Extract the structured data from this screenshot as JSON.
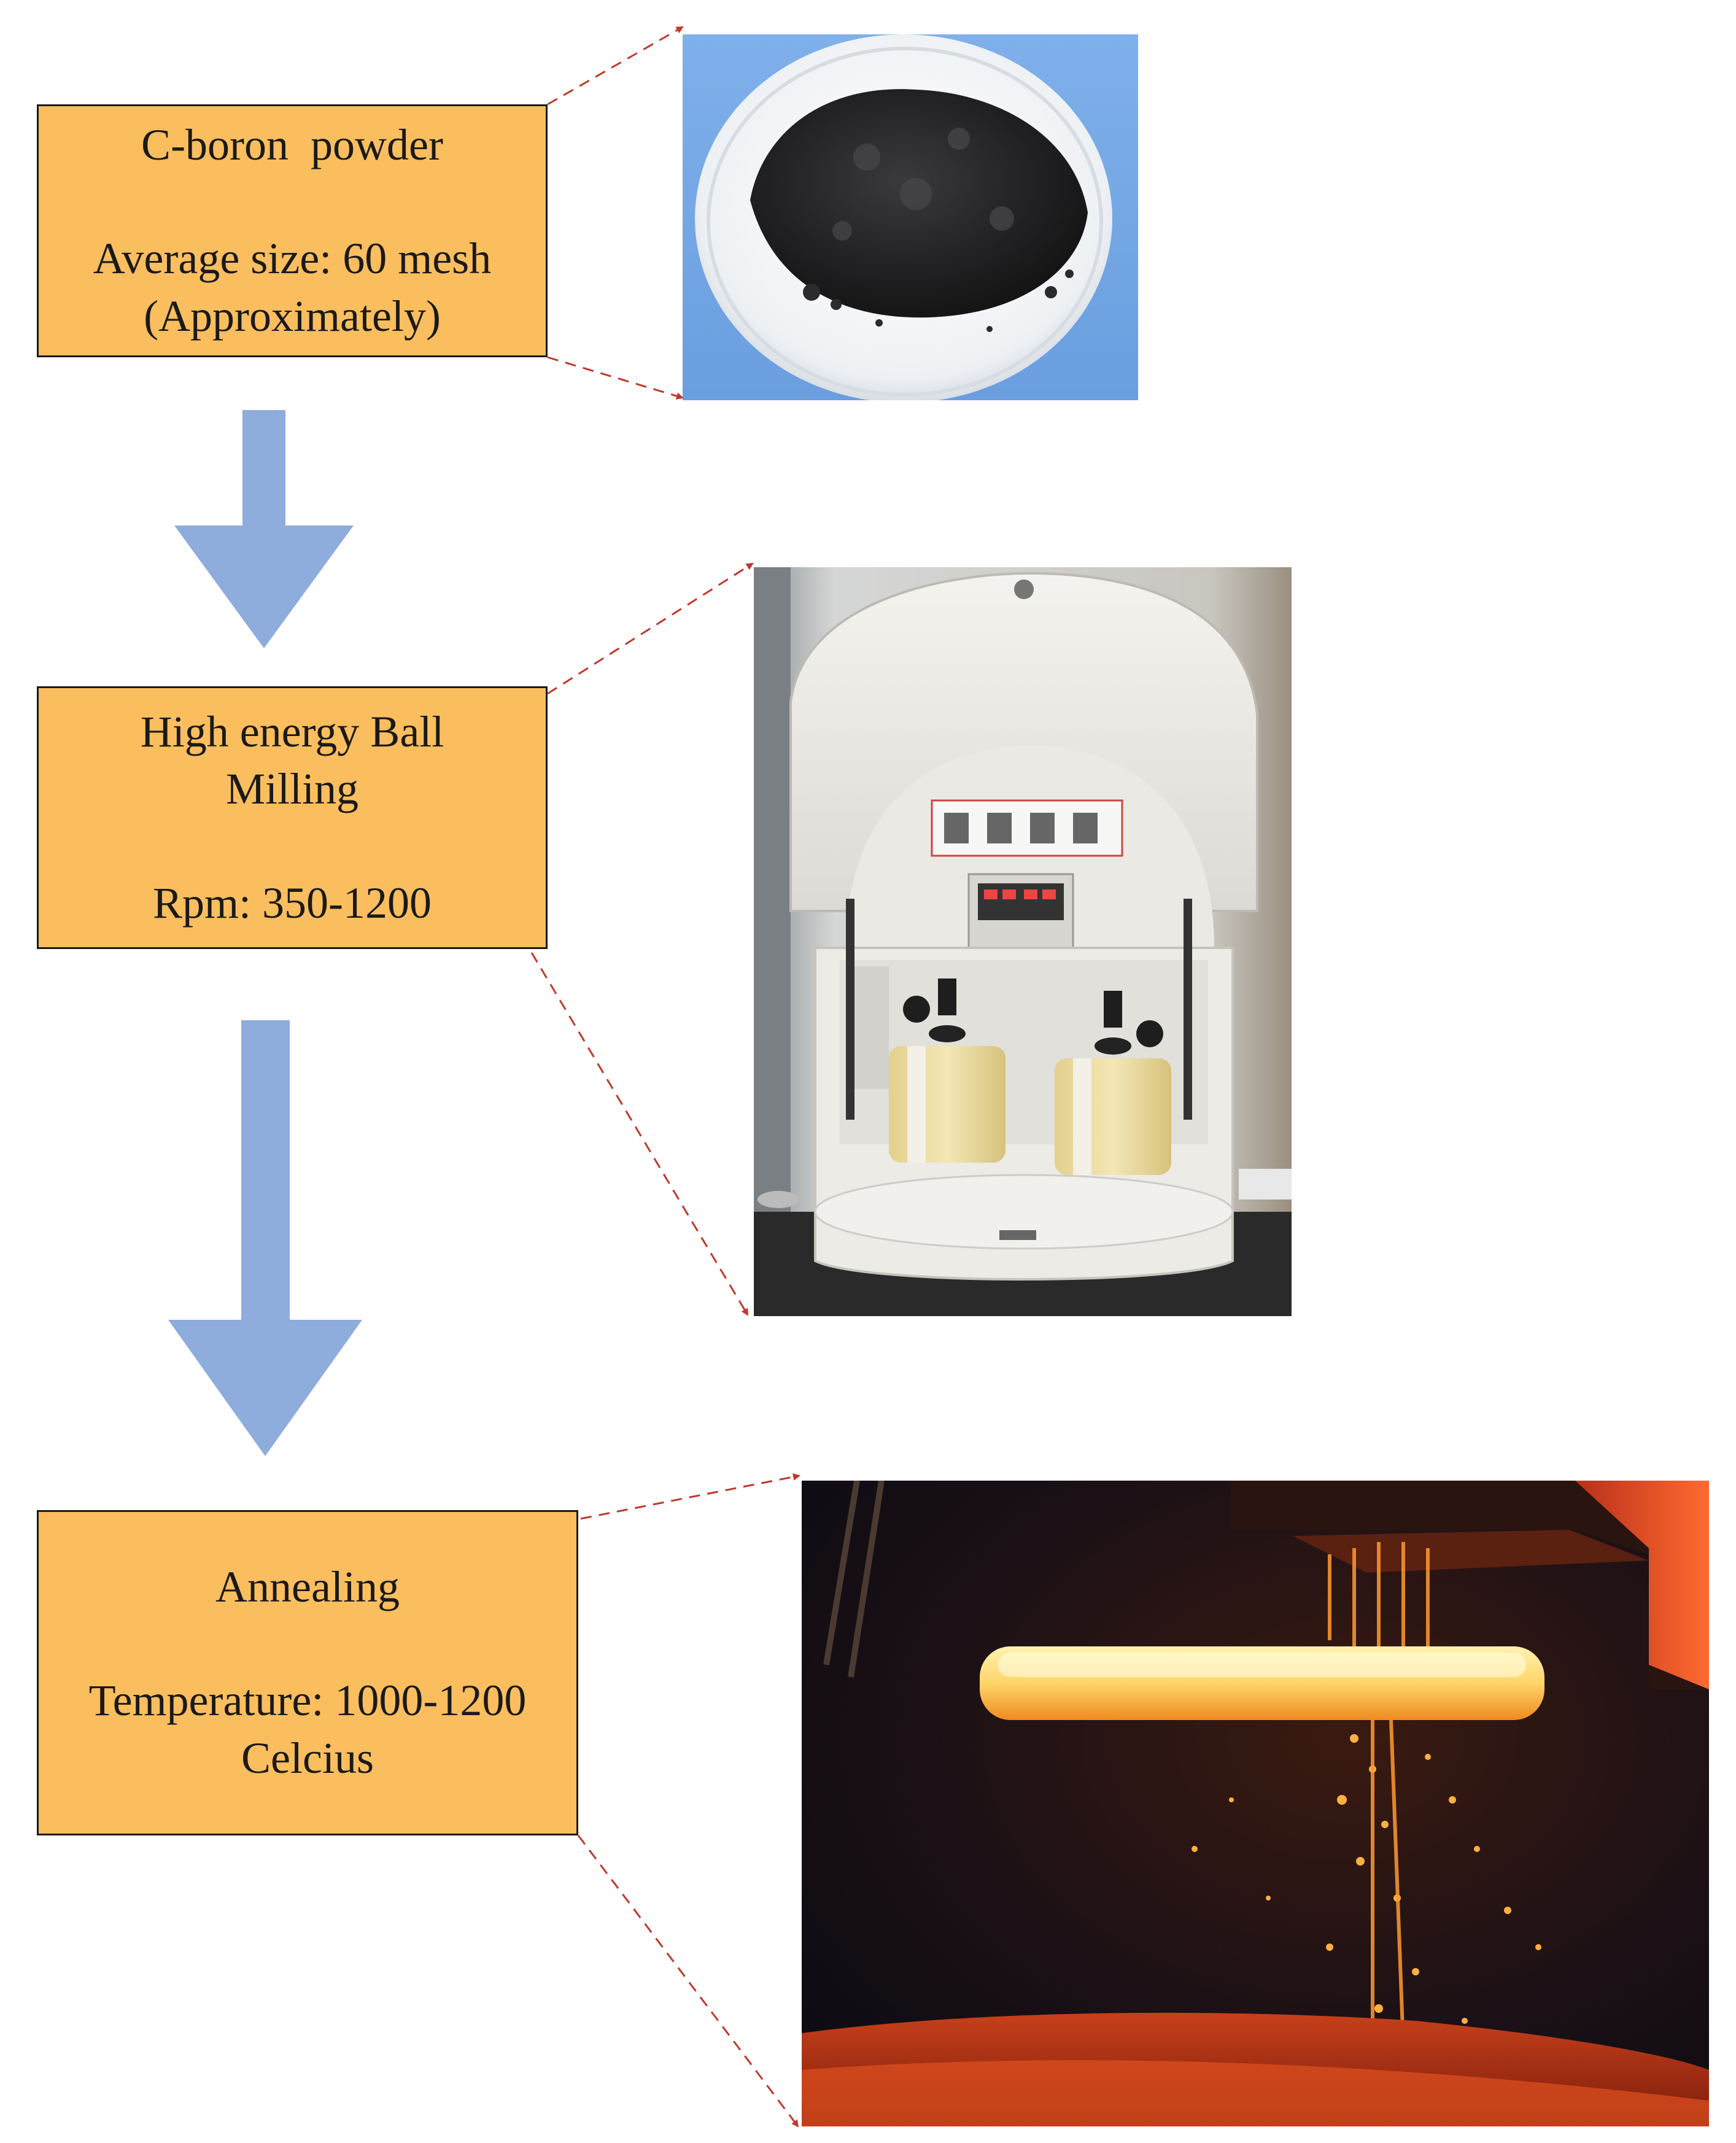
{
  "steps": [
    {
      "title": "C-boron  powder",
      "detail": [
        "Average size: 60 mesh",
        "(Approximately)"
      ]
    },
    {
      "title": [
        "High energy Ball",
        "Milling"
      ],
      "detail": [
        "Rpm: 350-1200"
      ]
    },
    {
      "title": "Annealing",
      "detail": [
        "Temperature: 1000-1200",
        "Celcius"
      ]
    }
  ],
  "colors": {
    "box_fill": "#FBBE5E",
    "flow_arrow": "#8EACDC",
    "connector": "#C0392B"
  }
}
